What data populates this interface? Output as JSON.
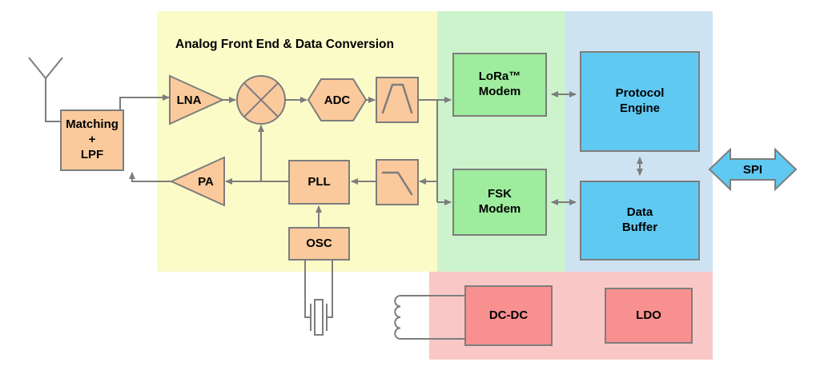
{
  "title": "Analog Front End & Data Conversion",
  "blocks": {
    "matching": "Matching\n+\nLPF",
    "lna": "LNA",
    "adc": "ADC",
    "pll": "PLL",
    "pa": "PA",
    "osc": "OSC",
    "lora_modem": "LoRa™\nModem",
    "fsk_modem": "FSK\nModem",
    "protocol_engine": "Protocol\nEngine",
    "data_buffer": "Data\nBuffer",
    "dcdc": "DC-DC",
    "ldo": "LDO",
    "spi": "SPI"
  },
  "icons": {
    "antenna": "antenna-icon",
    "mixer": "mixer-icon",
    "bandpass_filter": "bandpass-filter-icon",
    "lowpass_filter": "lowpass-filter-icon",
    "crystal": "crystal-icon",
    "inductor": "inductor-icon",
    "spi_arrow": "spi-bidirectional-arrow-icon"
  },
  "colors": {
    "region-yellow": "#FBFBC8",
    "region-green": "#CCF3CC",
    "region-blue": "#CEE3F1",
    "region-pink": "#FAC7C7",
    "fill-orange": "#FACA9C",
    "fill-green": "#9EEC9E",
    "fill-blue": "#5FC9F2",
    "fill-red": "#F99090",
    "stroke": "#7D7D7D",
    "text": "#000000"
  }
}
